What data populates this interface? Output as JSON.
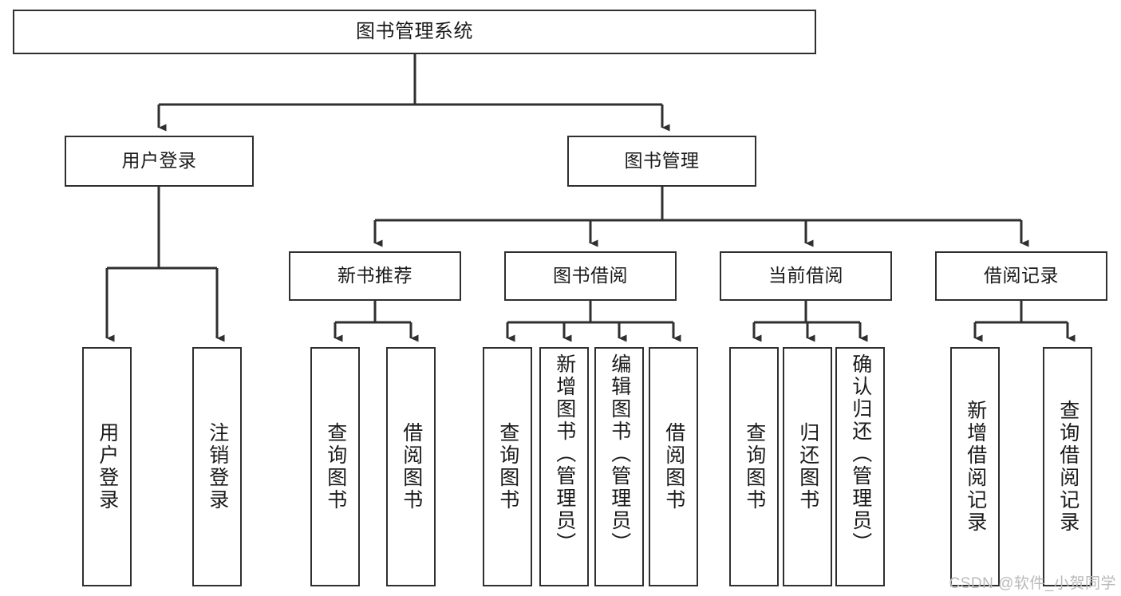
{
  "diagram": {
    "title": "图书管理系统",
    "type": "hierarchy-tree",
    "levels": 4,
    "root": {
      "label": "图书管理系统"
    },
    "level2": [
      {
        "label": "用户登录"
      },
      {
        "label": "图书管理"
      }
    ],
    "level3": [
      {
        "label": "新书推荐"
      },
      {
        "label": "图书借阅"
      },
      {
        "label": "当前借阅"
      },
      {
        "label": "借阅记录"
      }
    ],
    "leaves": {
      "user_login": [
        {
          "label": "用户登录"
        },
        {
          "label": "注销登录"
        }
      ],
      "new_book": [
        {
          "label": "查询图书"
        },
        {
          "label": "借阅图书"
        }
      ],
      "book_borrow": [
        {
          "label": "查询图书"
        },
        {
          "label": "新增图书（管理员）"
        },
        {
          "label": "编辑图书（管理员）"
        },
        {
          "label": "借阅图书"
        }
      ],
      "current_borrow": [
        {
          "label": "查询图书"
        },
        {
          "label": "归还图书"
        },
        {
          "label": "确认归还（管理员）"
        }
      ],
      "borrow_record": [
        {
          "label": "新增借阅记录"
        },
        {
          "label": "查询借阅记录"
        }
      ]
    }
  },
  "watermark": {
    "text": "CSDN @软件_小贺同学"
  },
  "colors": {
    "stroke": "#2f2f2f",
    "fill": "#ffffff",
    "text": "#1a1a1a",
    "watermark": "#b9b9b9"
  }
}
